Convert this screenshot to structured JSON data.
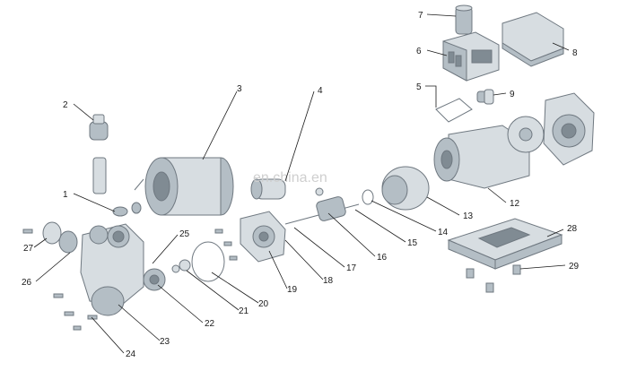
{
  "watermark": "en.china.en",
  "callouts": [
    {
      "id": "1",
      "label": "1"
    },
    {
      "id": "2",
      "label": "2"
    },
    {
      "id": "3",
      "label": "3"
    },
    {
      "id": "4",
      "label": "4"
    },
    {
      "id": "5",
      "label": "5"
    },
    {
      "id": "6",
      "label": "6"
    },
    {
      "id": "7",
      "label": "7"
    },
    {
      "id": "8",
      "label": "8"
    },
    {
      "id": "9",
      "label": "9"
    },
    {
      "id": "12",
      "label": "12"
    },
    {
      "id": "13",
      "label": "13"
    },
    {
      "id": "14",
      "label": "14"
    },
    {
      "id": "15",
      "label": "15"
    },
    {
      "id": "16",
      "label": "16"
    },
    {
      "id": "17",
      "label": "17"
    },
    {
      "id": "18",
      "label": "18"
    },
    {
      "id": "19",
      "label": "19"
    },
    {
      "id": "20",
      "label": "20"
    },
    {
      "id": "21",
      "label": "21"
    },
    {
      "id": "22",
      "label": "22"
    },
    {
      "id": "23",
      "label": "23"
    },
    {
      "id": "24",
      "label": "24"
    },
    {
      "id": "25",
      "label": "25"
    },
    {
      "id": "26",
      "label": "26"
    },
    {
      "id": "27",
      "label": "27"
    },
    {
      "id": "28",
      "label": "28"
    },
    {
      "id": "29",
      "label": "29"
    }
  ]
}
